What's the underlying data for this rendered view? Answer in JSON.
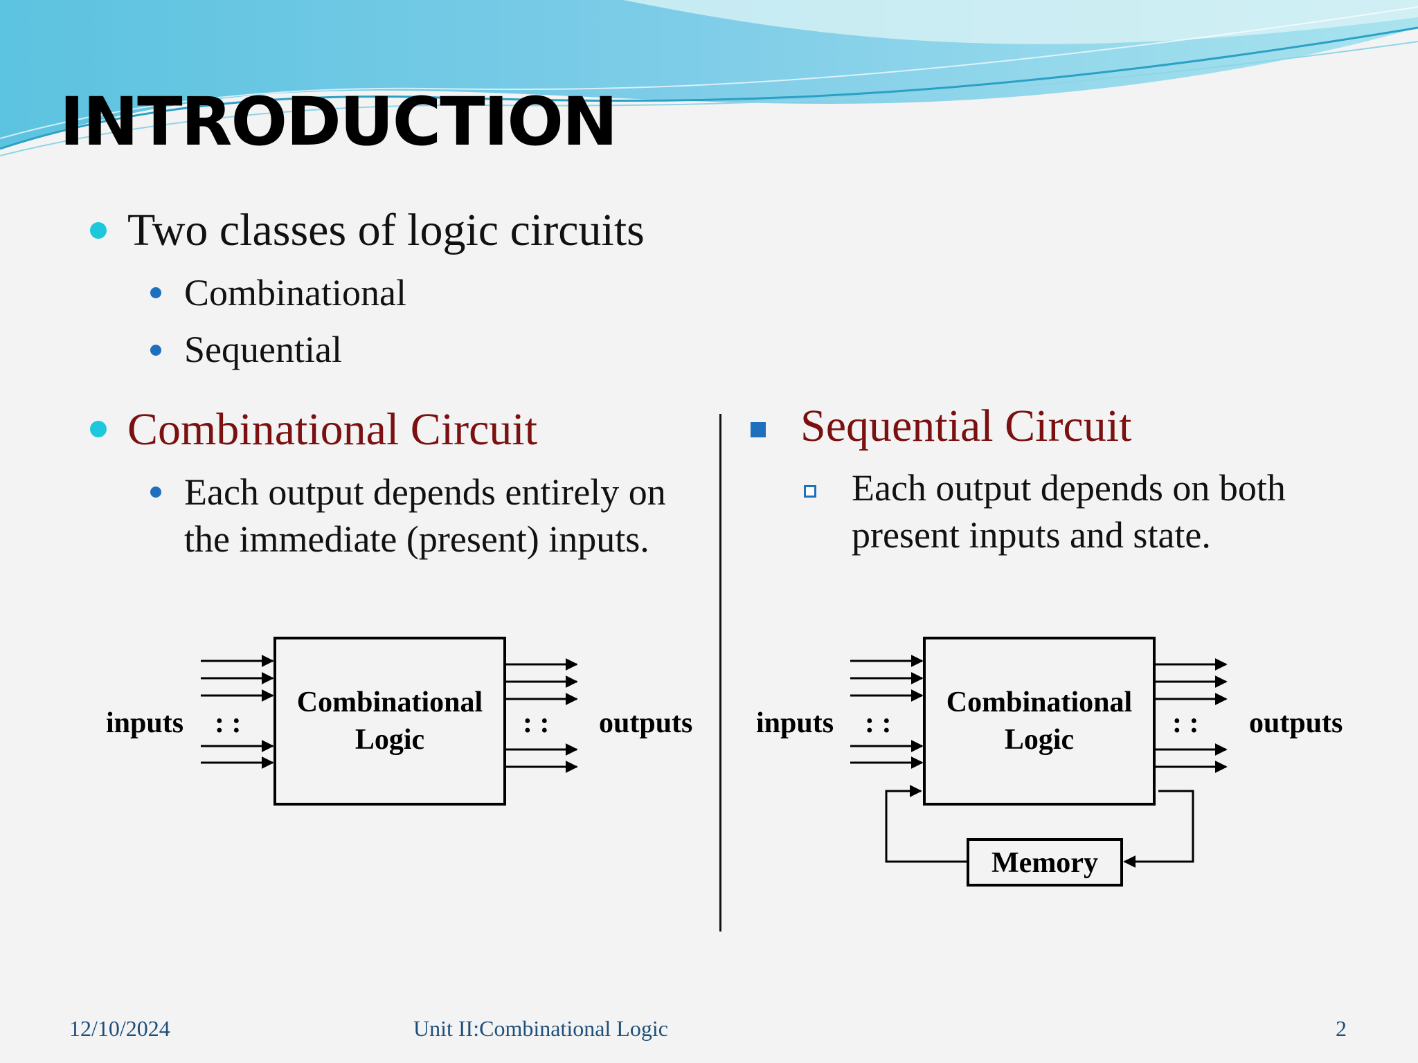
{
  "slide": {
    "title": "INTRODUCTION",
    "bullets": [
      {
        "text": "Two classes of logic circuits",
        "sub": [
          "Combinational",
          "Sequential"
        ]
      }
    ],
    "combinational": {
      "heading": "Combinational Circuit",
      "desc_line1": "Each output depends entirely on",
      "desc_line2": "the immediate (present) inputs."
    },
    "sequential": {
      "heading": "Sequential Circuit",
      "desc_line1": "Each output depends on both",
      "desc_line2": "present inputs and state."
    },
    "diagram_left": {
      "inputs_label": "inputs",
      "dots_in": ": :",
      "block_line1": "Combinational",
      "block_line2": "Logic",
      "dots_out": ": :",
      "outputs_label": "outputs"
    },
    "diagram_right": {
      "inputs_label": "inputs",
      "dots_in": ": :",
      "block_line1": "Combinational",
      "block_line2": "Logic",
      "dots_out": ": :",
      "outputs_label": "outputs",
      "memory_label": "Memory"
    }
  },
  "footer": {
    "date": "12/10/2024",
    "unit": "Unit II:Combinational Logic",
    "page": "2"
  },
  "colors": {
    "heading_red": "#7a1010",
    "bullet_cyan": "#1ec8dc",
    "bullet_blue": "#1f6fbf",
    "footer_blue": "#1e4f7a"
  }
}
